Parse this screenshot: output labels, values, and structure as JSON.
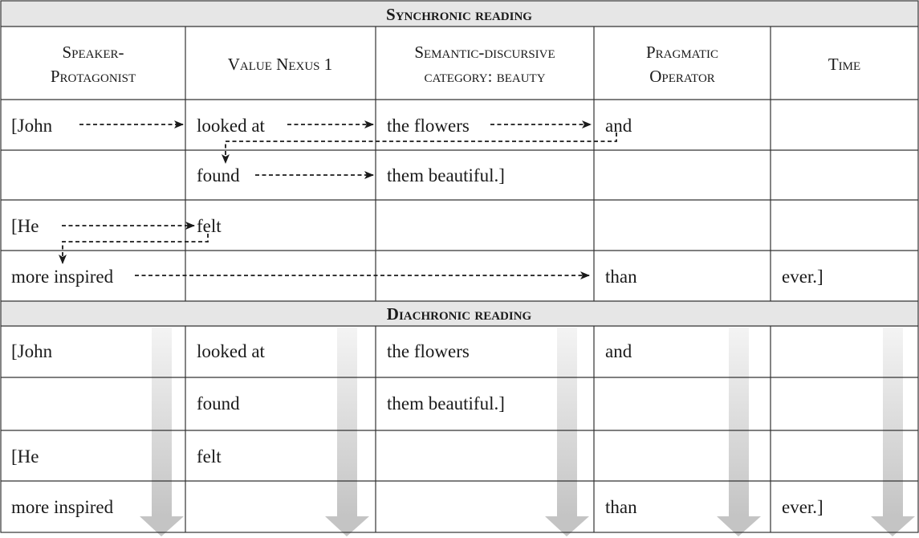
{
  "sections": {
    "synchronic": "Synchronic reading",
    "diachronic": "Diachronic reading"
  },
  "columns": [
    {
      "line1": "Speaker-",
      "line2": "Protagonist"
    },
    {
      "line1": "Value Nexus 1",
      "line2": ""
    },
    {
      "line1": "Semantic-discursive",
      "line2": "category: beauty"
    },
    {
      "line1": "Pragmatic",
      "line2": "Operator"
    },
    {
      "line1": "Time",
      "line2": ""
    }
  ],
  "synchronic_rows": [
    [
      "[John",
      "looked at",
      "the flowers",
      "and",
      ""
    ],
    [
      "",
      "found",
      "them beautiful.]",
      "",
      ""
    ],
    [
      "[He",
      "felt",
      "",
      "",
      ""
    ],
    [
      "more inspired",
      "",
      "",
      "than",
      "ever.]"
    ]
  ],
  "diachronic_rows": [
    [
      "[John",
      "looked at",
      "the flowers",
      "and",
      ""
    ],
    [
      "",
      "found",
      "them beautiful.]",
      "",
      ""
    ],
    [
      "[He",
      "felt",
      "",
      "",
      ""
    ],
    [
      "more inspired",
      "",
      "",
      "than",
      "ever.]"
    ]
  ],
  "colors": {
    "section_band": "#e6e6e6",
    "border": "#333333",
    "down_arrow": "#c8c8c8"
  }
}
